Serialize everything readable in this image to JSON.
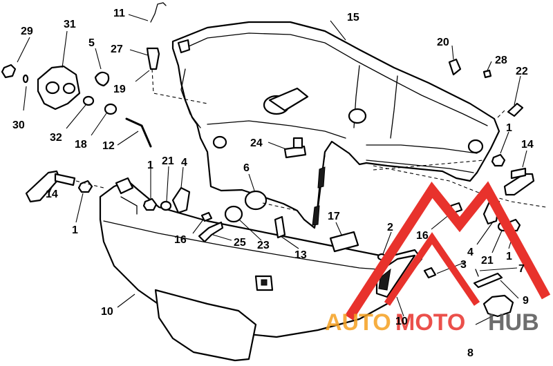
{
  "callouts": {
    "c1a": "1",
    "c1b": "1",
    "c1c": "1",
    "c1d": "1",
    "c2": "2",
    "c3": "3",
    "c4a": "4",
    "c4b": "4",
    "c5": "5",
    "c6": "6",
    "c7": "7",
    "c8": "8",
    "c9": "9",
    "c10a": "10",
    "c10b": "10",
    "c11": "11",
    "c12": "12",
    "c13": "13",
    "c14a": "14",
    "c14b": "14",
    "c15": "15",
    "c16a": "16",
    "c16b": "16",
    "c17": "17",
    "c18": "18",
    "c19": "19",
    "c20": "20",
    "c21a": "21",
    "c21b": "21",
    "c22": "22",
    "c23": "23",
    "c24": "24",
    "c25": "25",
    "c27": "27",
    "c28": "28",
    "c29": "29",
    "c30": "30",
    "c31": "31",
    "c32": "32"
  },
  "watermark": {
    "part1": "AUTO",
    "part2": "MOTO",
    "part3": "HUB",
    "color_red": "#e8322c",
    "color_orange": "#f5a020",
    "color_gray": "#555555"
  }
}
